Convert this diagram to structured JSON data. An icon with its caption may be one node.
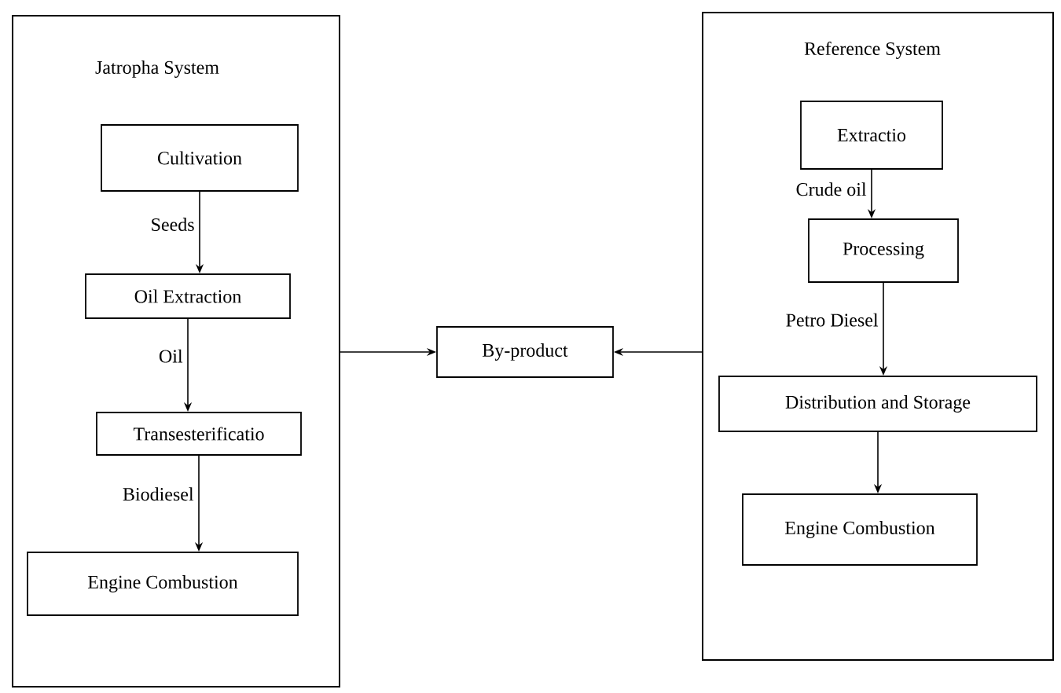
{
  "diagram": {
    "nodes": [
      {
        "text": [
          "Jatropha System"
        ]
      },
      {
        "text": [
          "Cultivation"
        ],
        "in": 0
      },
      {
        "text": [
          "Oil Extraction"
        ],
        "in": 0
      },
      {
        "text": [
          "Transesterificatio"
        ],
        "in": 0
      },
      {
        "text": [
          "Engine Combustion"
        ],
        "in": 0
      },
      {
        "text": [
          "By-product"
        ]
      },
      {
        "text": [
          "Reference System"
        ]
      },
      {
        "text": [
          "Extractio"
        ],
        "in": 6
      },
      {
        "text": [
          "Processing"
        ],
        "in": 6
      },
      {
        "text": [
          "Distribution and Storage"
        ],
        "in": 6
      },
      {
        "text": [
          "Engine Combustion"
        ],
        "in": 6
      }
    ],
    "edges": [
      {
        "from": 1,
        "to": 2,
        "arrow": "to",
        "label": "Seeds"
      },
      {
        "from": 2,
        "to": 3,
        "arrow": "to",
        "label": "Oil"
      },
      {
        "from": 3,
        "to": 4,
        "arrow": "to",
        "label": "Biodiesel"
      },
      {
        "from": 0,
        "to": 5,
        "arrow": "to"
      },
      {
        "from": 6,
        "to": 5,
        "arrow": "to"
      },
      {
        "from": 7,
        "to": 8,
        "arrow": "to",
        "label": "Crude oil"
      },
      {
        "from": 8,
        "to": 9,
        "arrow": "to",
        "label": "Petro Diesel"
      },
      {
        "from": 9,
        "to": 10,
        "arrow": "to"
      }
    ]
  }
}
